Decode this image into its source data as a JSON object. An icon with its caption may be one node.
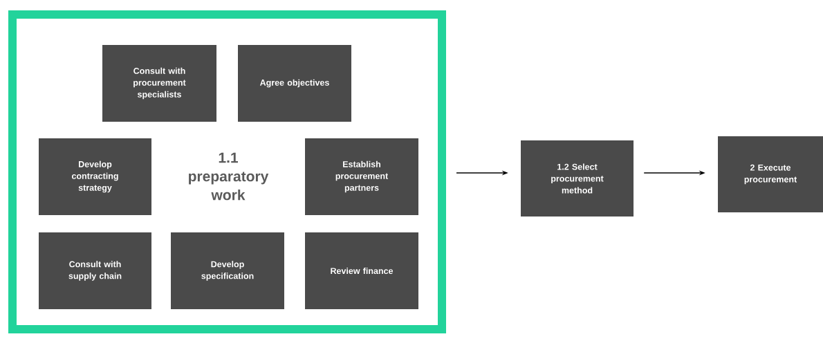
{
  "diagram": {
    "nodes": [
      {
        "text": [
          "1.1 preparatory work"
        ]
      },
      {
        "text": [
          "Consult with procurement specialists"
        ],
        "in": 0
      },
      {
        "text": [
          "Agree objectives"
        ],
        "in": 0
      },
      {
        "text": [
          "Develop contracting strategy"
        ],
        "in": 0
      },
      {
        "text": [
          "Establish procurement partners"
        ],
        "in": 0
      },
      {
        "text": [
          "Consult with supply chain"
        ],
        "in": 0
      },
      {
        "text": [
          "Develop specification"
        ],
        "in": 0
      },
      {
        "text": [
          "Review finance"
        ],
        "in": 0
      },
      {
        "text": [
          "1.2 Select procurement method"
        ]
      },
      {
        "text": [
          "2 Execute procurement"
        ]
      }
    ],
    "edges": [
      {
        "from": 0,
        "to": 8,
        "arrow": "to"
      },
      {
        "from": 8,
        "to": 9,
        "arrow": "to"
      }
    ]
  }
}
